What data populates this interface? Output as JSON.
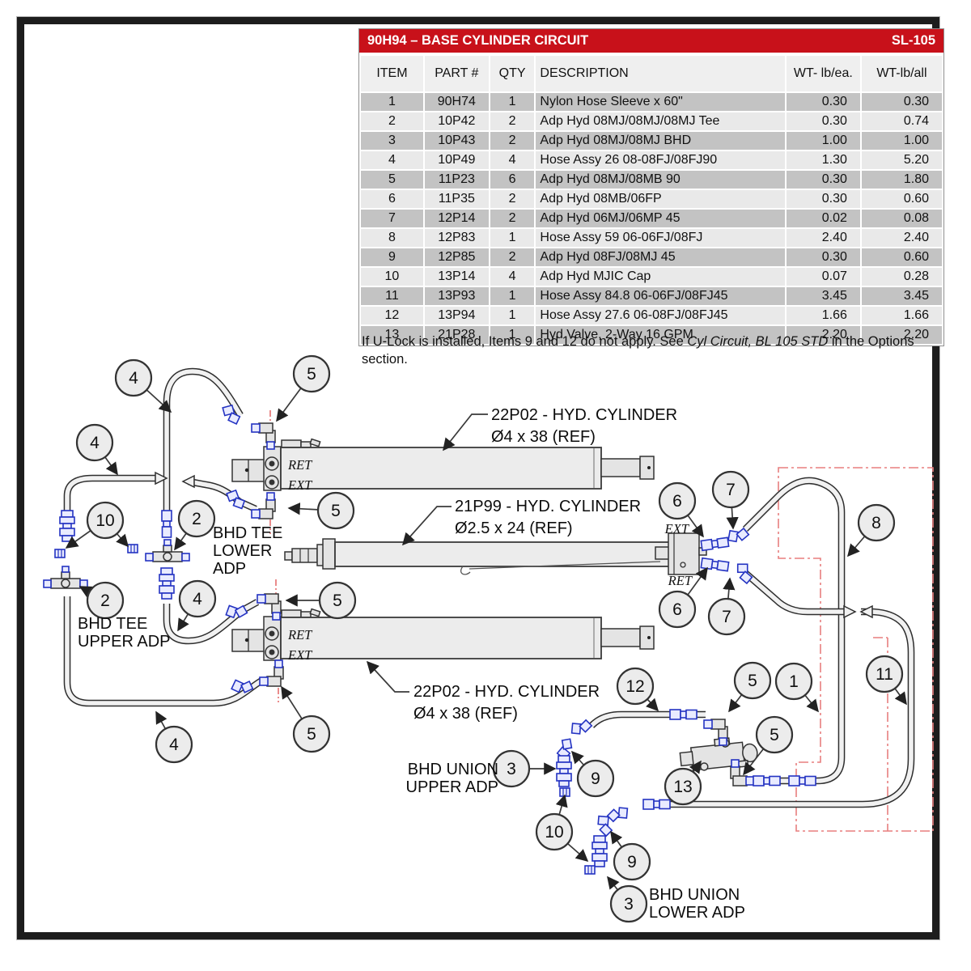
{
  "header": {
    "title": "90H94 – BASE CYLINDER CIRCUIT",
    "code": "SL-105"
  },
  "table": {
    "columns": [
      "ITEM",
      "PART #",
      "QTY",
      "DESCRIPTION",
      "WT- lb/ea.",
      "WT-lb/all"
    ],
    "rows": [
      {
        "item": "1",
        "part": "90H74",
        "qty": "1",
        "desc": "Nylon Hose Sleeve x 60\"",
        "ea": "0.30",
        "all": "0.30"
      },
      {
        "item": "2",
        "part": "10P42",
        "qty": "2",
        "desc": "Adp Hyd 08MJ/08MJ/08MJ Tee",
        "ea": "0.30",
        "all": "0.74"
      },
      {
        "item": "3",
        "part": "10P43",
        "qty": "2",
        "desc": "Adp Hyd 08MJ/08MJ BHD",
        "ea": "1.00",
        "all": "1.00"
      },
      {
        "item": "4",
        "part": "10P49",
        "qty": "4",
        "desc": "Hose Assy 26 08-08FJ/08FJ90",
        "ea": "1.30",
        "all": "5.20"
      },
      {
        "item": "5",
        "part": "11P23",
        "qty": "6",
        "desc": "Adp Hyd 08MJ/08MB 90",
        "ea": "0.30",
        "all": "1.80"
      },
      {
        "item": "6",
        "part": "11P35",
        "qty": "2",
        "desc": "Adp Hyd 08MB/06FP",
        "ea": "0.30",
        "all": "0.60"
      },
      {
        "item": "7",
        "part": "12P14",
        "qty": "2",
        "desc": "Adp Hyd 06MJ/06MP 45",
        "ea": "0.02",
        "all": "0.08"
      },
      {
        "item": "8",
        "part": "12P83",
        "qty": "1",
        "desc": "Hose Assy 59 06-06FJ/08FJ",
        "ea": "2.40",
        "all": "2.40"
      },
      {
        "item": "9",
        "part": "12P85",
        "qty": "2",
        "desc": "Adp Hyd 08FJ/08MJ 45",
        "ea": "0.30",
        "all": "0.60"
      },
      {
        "item": "10",
        "part": "13P14",
        "qty": "4",
        "desc": "Adp Hyd MJIC Cap",
        "ea": "0.07",
        "all": "0.28"
      },
      {
        "item": "11",
        "part": "13P93",
        "qty": "1",
        "desc": "Hose Assy 84.8 06-06FJ/08FJ45",
        "ea": "3.45",
        "all": "3.45"
      },
      {
        "item": "12",
        "part": "13P94",
        "qty": "1",
        "desc": "Hose Assy 27.6 06-08FJ/08FJ45",
        "ea": "1.66",
        "all": "1.66"
      },
      {
        "item": "13",
        "part": "21P28",
        "qty": "1",
        "desc": "Hyd Valve, 2-Way 16 GPM",
        "ea": "2.20",
        "all": "2.20"
      }
    ]
  },
  "note": {
    "pre": "If U-Lock is installed, Items 9 and 12 do not apply. See ",
    "italic": "Cyl Circuit, BL 105 STD",
    "post": " in the Options section."
  },
  "diagram": {
    "balloons": [
      "4",
      "5",
      "4",
      "10",
      "2",
      "5",
      "2",
      "4",
      "5",
      "5",
      "4",
      "6",
      "7",
      "6",
      "7",
      "8",
      "12",
      "5",
      "1",
      "5",
      "3",
      "9",
      "13",
      "10",
      "9",
      "3",
      "11"
    ],
    "labels": {
      "cyl_top_1": "22P02 - HYD. CYLINDER",
      "cyl_top_2": "Ø4 x 38 (REF)",
      "cyl_mid_1": "21P99 - HYD. CYLINDER",
      "cyl_mid_2": "Ø2.5 x 24 (REF)",
      "cyl_bot_1": "22P02 - HYD. CYLINDER",
      "cyl_bot_2": "Ø4 x 38 (REF)",
      "tee_lower_1": "BHD TEE",
      "tee_lower_2": "LOWER",
      "tee_lower_3": "ADP",
      "tee_upper_1": "BHD TEE",
      "tee_upper_2": "UPPER ADP",
      "union_upper_1": "BHD UNION",
      "union_upper_2": "UPPER ADP",
      "union_lower_1": "BHD UNION",
      "union_lower_2": "LOWER ADP",
      "ret": "RET",
      "ext": "EXT"
    }
  }
}
